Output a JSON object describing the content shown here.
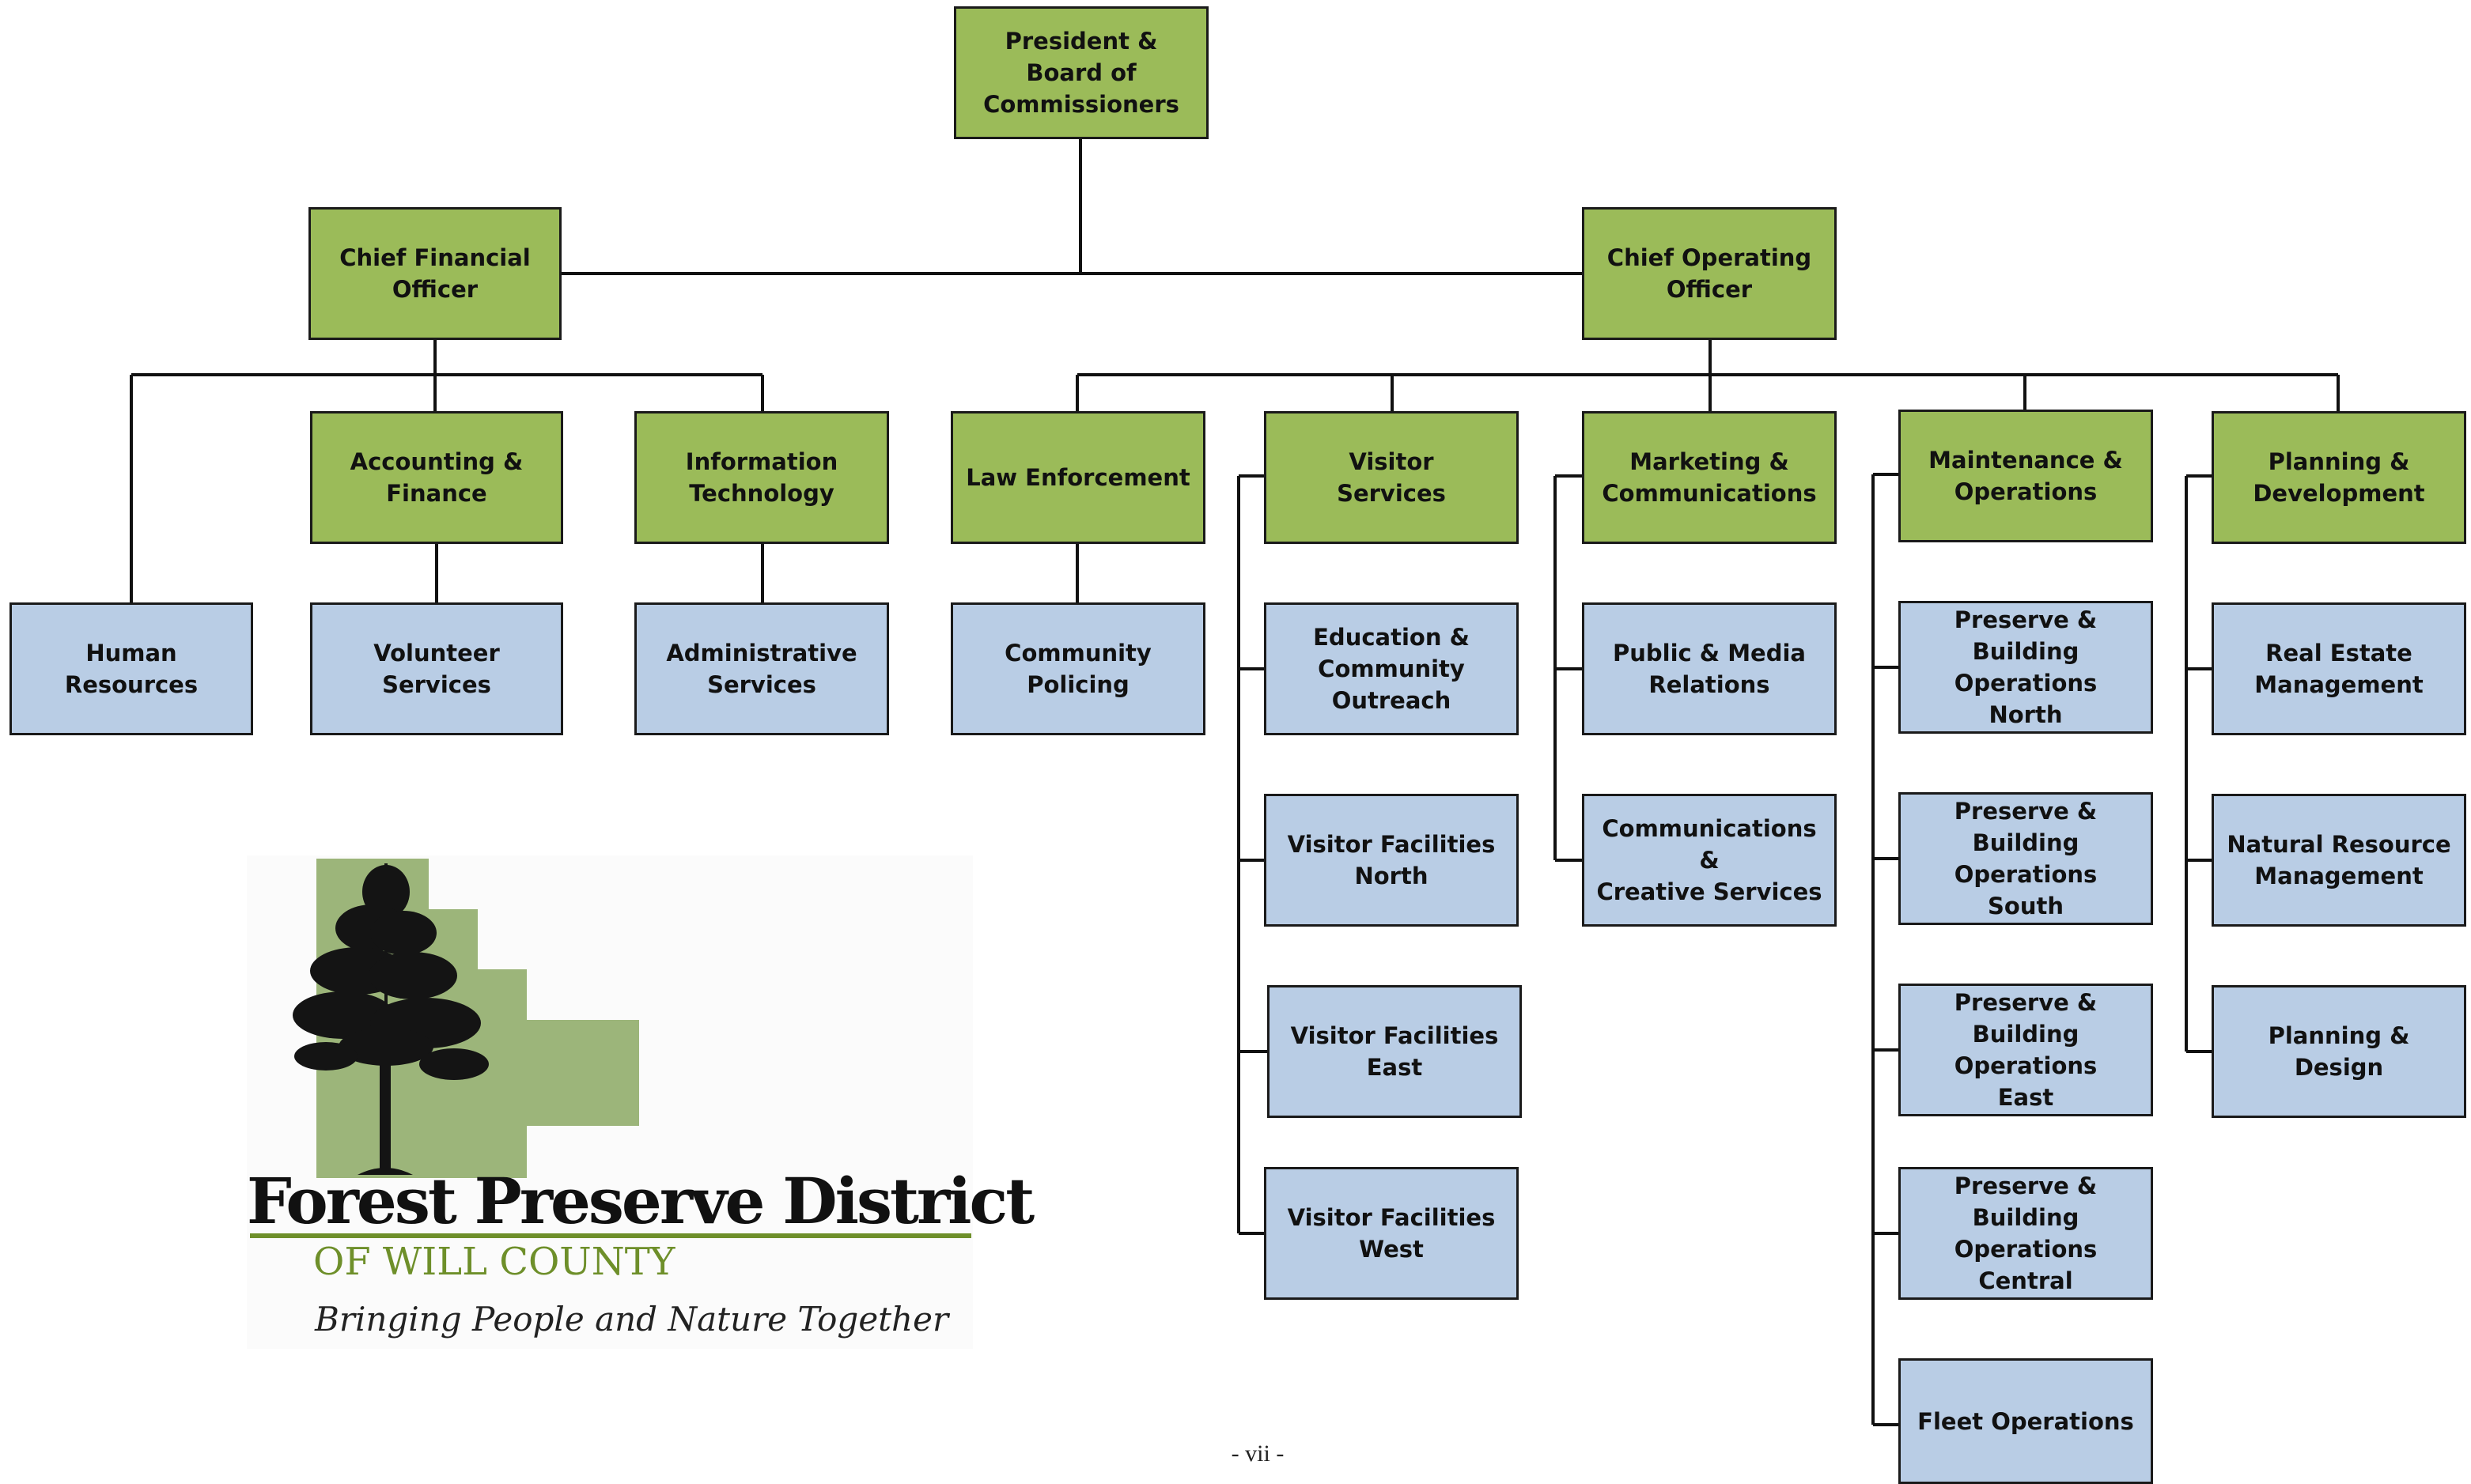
{
  "org": {
    "president": "President &\nBoard of\nCommissioners",
    "cfo": "Chief Financial\nOfficer",
    "coo": "Chief Operating\nOfficer",
    "accounting": "Accounting &\nFinance",
    "it": "Information\nTechnology",
    "law": "Law Enforcement",
    "visitor": "Visitor\nServices",
    "marketing": "Marketing &\nCommunications",
    "maintenance": "Maintenance &\nOperations",
    "planning": "Planning &\nDevelopment",
    "hr": "Human Resources",
    "volunteer": "Volunteer Services",
    "admin": "Administrative\nServices",
    "policing": "Community Policing",
    "education": "Education &\nCommunity\nOutreach",
    "vf_north": "Visitor Facilities\nNorth",
    "vf_east": "Visitor Facilities\nEast",
    "vf_west": "Visitor Facilities\nWest",
    "pmr": "Public & Media\nRelations",
    "ccs": "Communications &\nCreative Services",
    "pbo_north": "Preserve & Building\nOperations\nNorth",
    "pbo_south": "Preserve & Building\nOperations\nSouth",
    "pbo_east": "Preserve & Building\nOperations\nEast",
    "pbo_central": "Preserve & Building\nOperations\nCentral",
    "fleet": "Fleet Operations",
    "real_estate": "Real Estate\nManagement",
    "natural": "Natural Resource\nManagement",
    "design": "Planning & Design"
  },
  "logo": {
    "name": "Forest Preserve District",
    "county": "OF WILL COUNTY",
    "tagline": "Bringing People and Nature Together"
  },
  "footer": {
    "page_number": "- vii -"
  },
  "colors": {
    "executive_fill": "#9bbb59",
    "unit_fill": "#b9cde5",
    "border": "#1a1a1a",
    "logo_green": "#6e8f2a"
  }
}
